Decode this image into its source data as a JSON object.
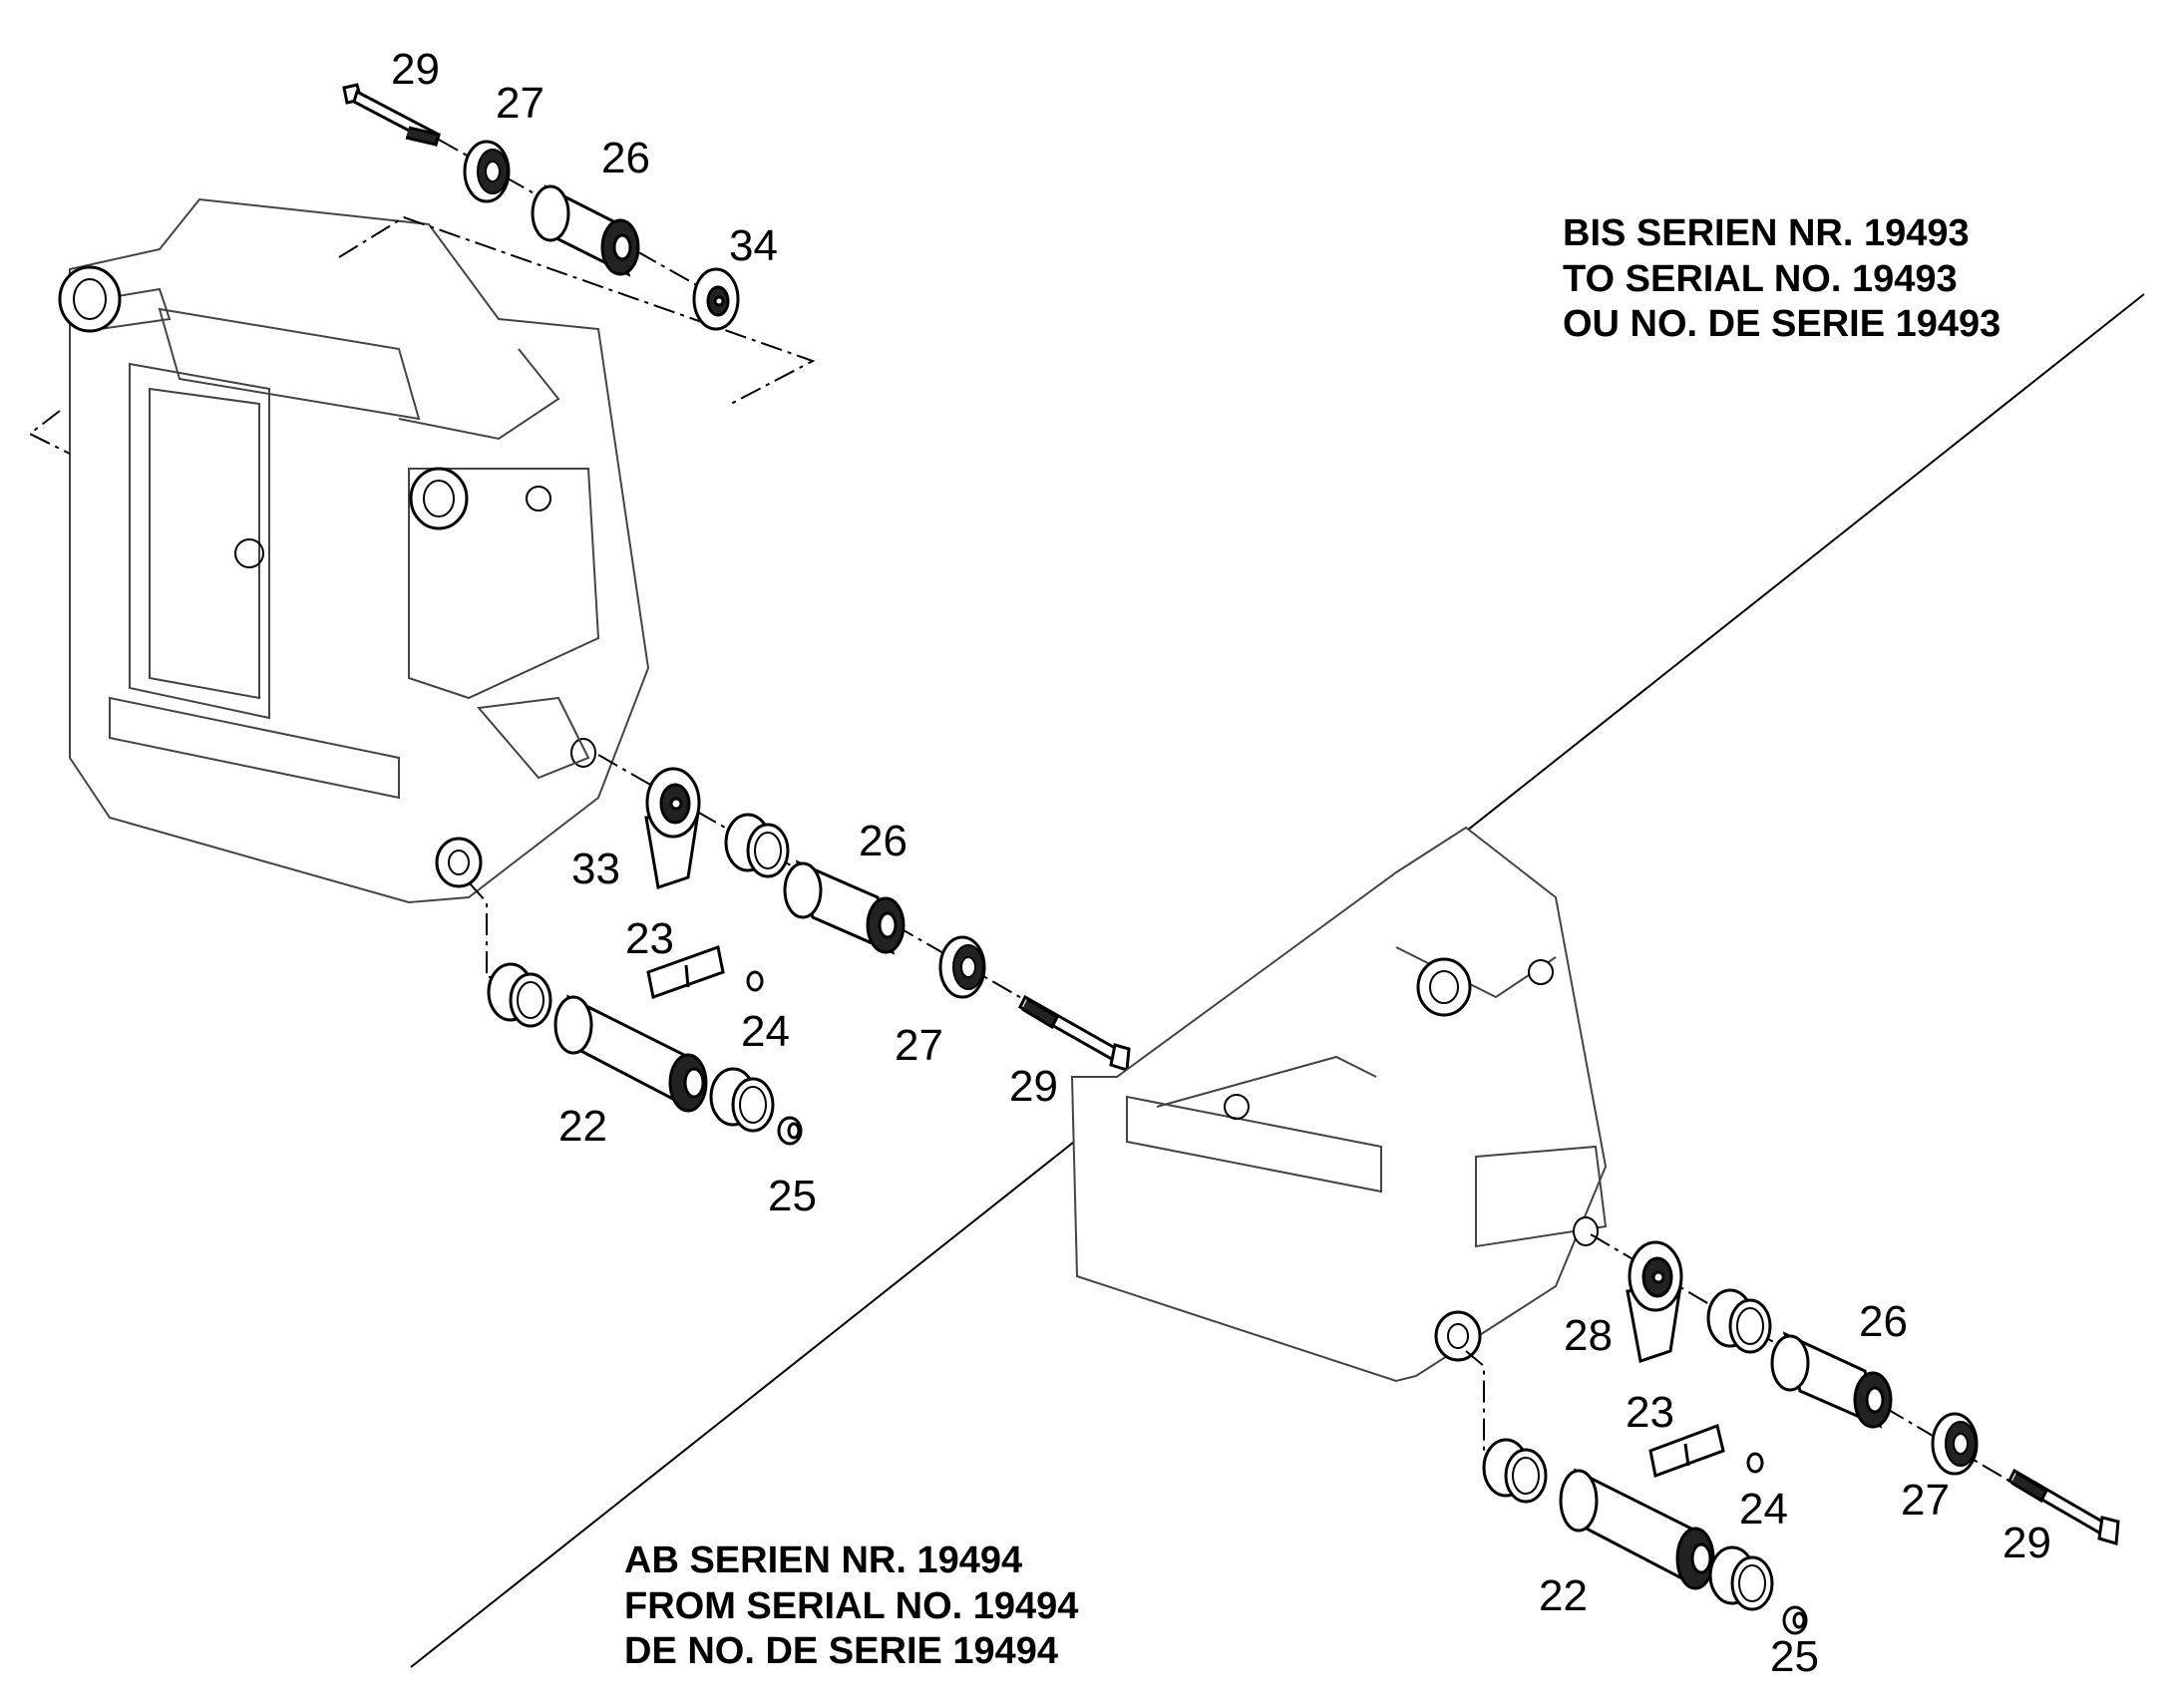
{
  "notes": {
    "top_right": [
      "BIS SERIEN NR. 19493",
      "TO SERIAL NO. 19493",
      "OU NO. DE SERIE 19493"
    ],
    "bottom_left": [
      "AB SERIEN NR. 19494",
      "FROM SERIAL NO. 19494",
      "DE NO. DE SERIE 19494"
    ]
  },
  "top_assembly_labels": {
    "bolt": "29",
    "washer": "27",
    "bushing": "26",
    "nut_plate": "34"
  },
  "upper_right_assembly_labels": {
    "plate": "33",
    "bushing": "26",
    "washer": "27",
    "bolt": "29",
    "clamp": "23",
    "screw": "24",
    "roller": "22",
    "cap": "25"
  },
  "lower_right_assembly_labels": {
    "plate": "28",
    "bushing": "26",
    "washer": "27",
    "bolt": "29",
    "clamp": "23",
    "screw": "24",
    "roller": "22",
    "cap": "25"
  }
}
